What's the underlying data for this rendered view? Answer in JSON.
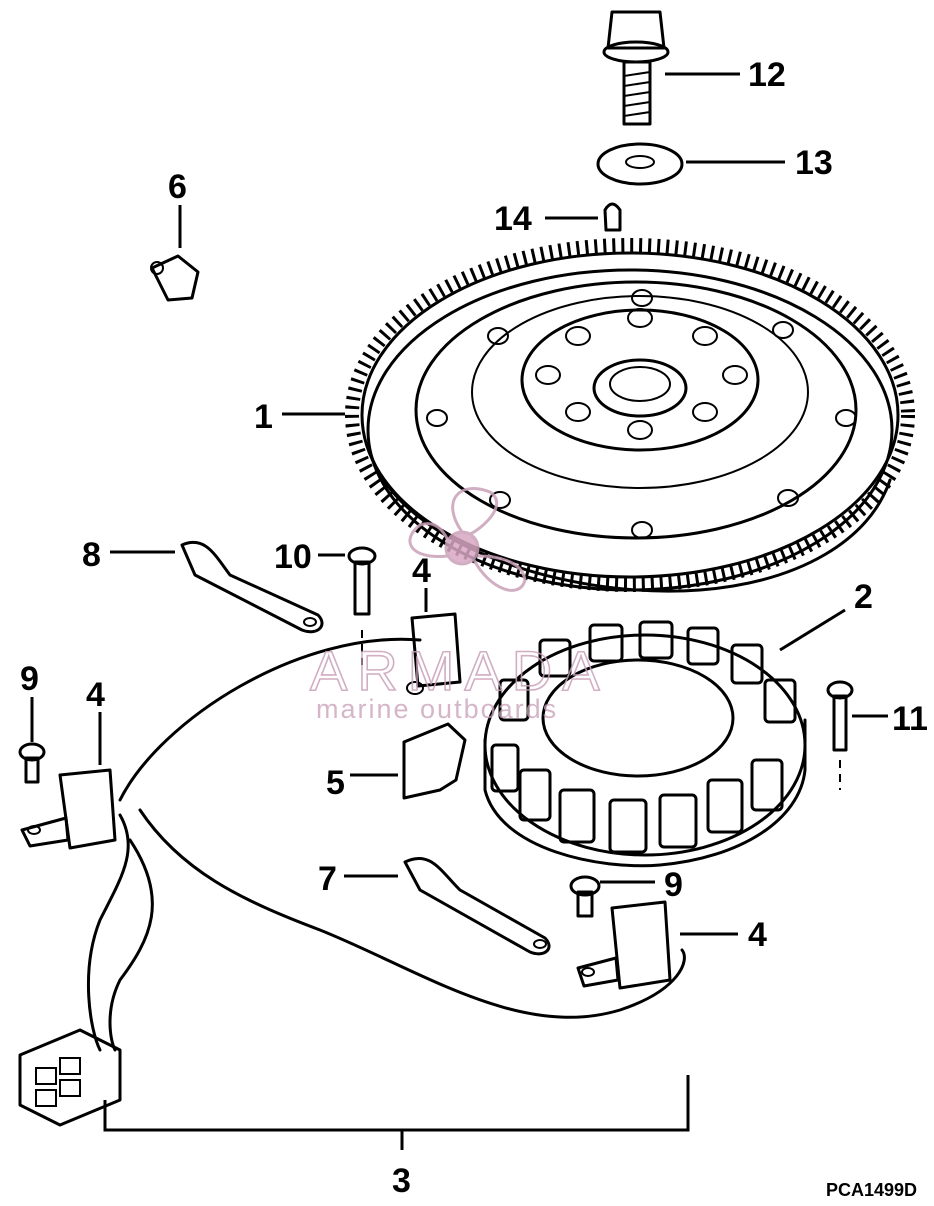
{
  "diagram": {
    "drawing_code": "PCA1499D",
    "watermark": {
      "brand": "ARMADA",
      "tagline": "marine outboards",
      "color": "#c9a0b8"
    },
    "callouts": [
      {
        "id": "c1",
        "label": "1"
      },
      {
        "id": "c2",
        "label": "2"
      },
      {
        "id": "c3",
        "label": "3"
      },
      {
        "id": "c4a",
        "label": "4"
      },
      {
        "id": "c4b",
        "label": "4"
      },
      {
        "id": "c4c",
        "label": "4"
      },
      {
        "id": "c5",
        "label": "5"
      },
      {
        "id": "c6",
        "label": "6"
      },
      {
        "id": "c7",
        "label": "7"
      },
      {
        "id": "c8",
        "label": "8"
      },
      {
        "id": "c9a",
        "label": "9"
      },
      {
        "id": "c9b",
        "label": "9"
      },
      {
        "id": "c10",
        "label": "10"
      },
      {
        "id": "c11",
        "label": "11"
      },
      {
        "id": "c12",
        "label": "12"
      },
      {
        "id": "c13",
        "label": "13"
      },
      {
        "id": "c14",
        "label": "14"
      }
    ]
  }
}
